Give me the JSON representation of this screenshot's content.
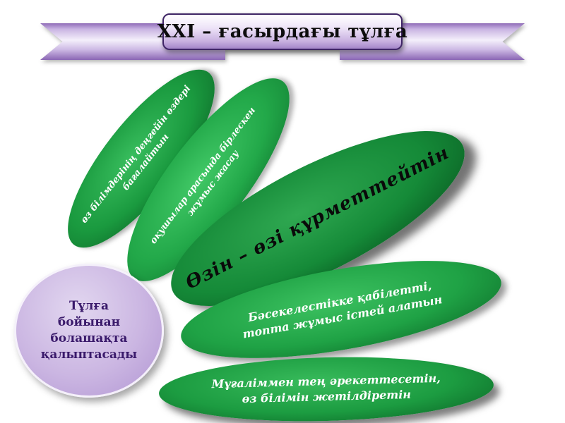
{
  "slide": {
    "title": "XXI – ғасырдағы тұлға"
  },
  "ellipses": [
    {
      "id": "self-assessment",
      "label": "өз білімдерінің деңгейін өздері\nбағалайтын"
    },
    {
      "id": "collaborative-work",
      "label": "оқушылар арасында бірлескен\nжұмыс жасау"
    },
    {
      "id": "self-respect",
      "label": "Өзін – өзі құрметтейтін"
    },
    {
      "id": "competitive",
      "label": "Бәсекелестікке қабілетті,\nтопта жұмыс істей алатын"
    },
    {
      "id": "teacher-interaction",
      "label": "Мұғаліммен тең әрекеттесетін,\nөз білімін жетілдіретін"
    }
  ],
  "circle": {
    "label": "Тұлға\nбойынан\nболашақта\nқалыптасады"
  },
  "colors": {
    "green_light": "#38bd5d",
    "green_dark": "#0a5f23",
    "ribbon_purple": "#8f6cb8",
    "title_border": "#3f2566",
    "circle_fill": "#cbb6e2",
    "circle_text": "#3a1a6b"
  }
}
